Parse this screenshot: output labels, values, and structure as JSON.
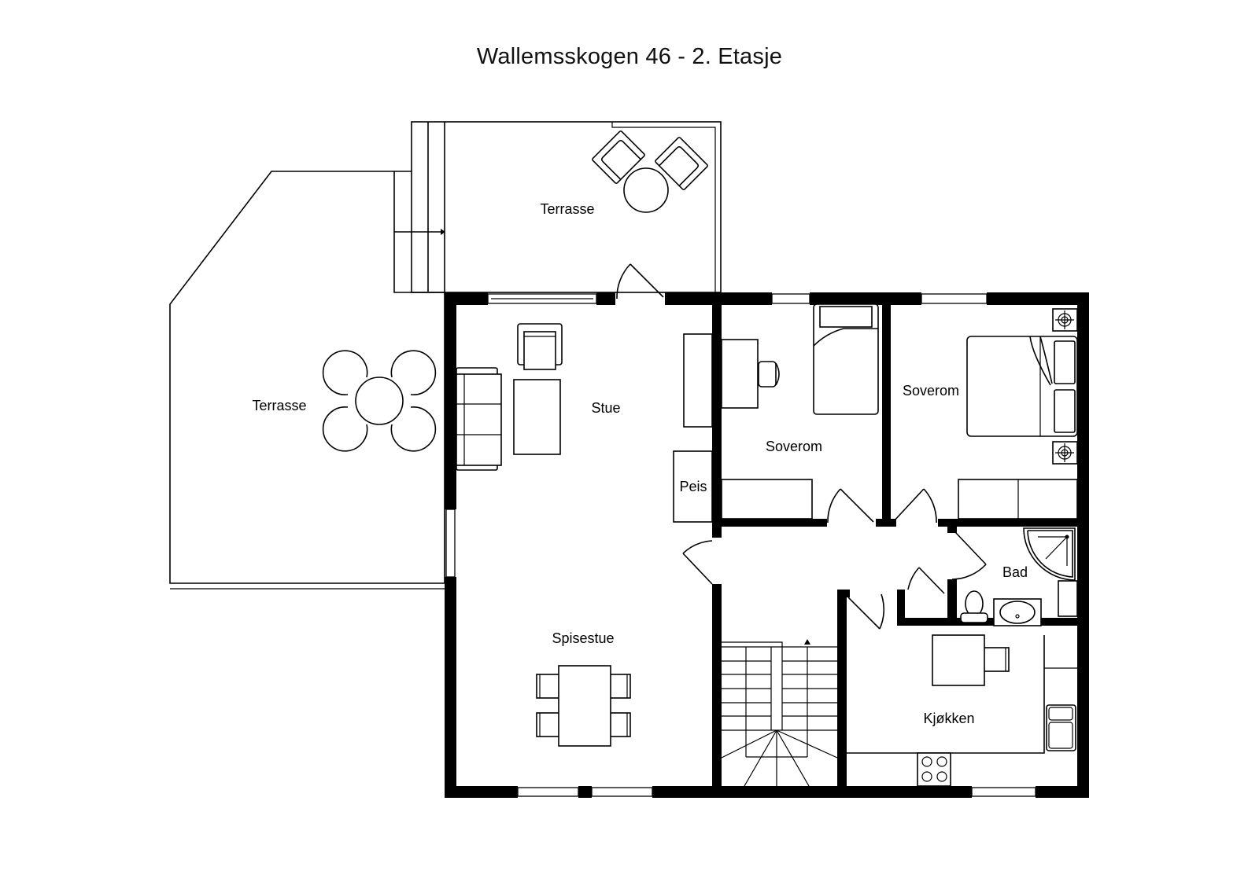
{
  "title": "Wallemsskogen 46 - 2. Etasje",
  "rooms": {
    "terrace_top": "Terrasse",
    "terrace_left": "Terrasse",
    "living_room": "Stue",
    "fireplace": "Peis",
    "bedroom_small": "Soverom",
    "bedroom_large": "Soverom",
    "bathroom": "Bad",
    "dining_room": "Spisestue",
    "kitchen": "Kjøkken"
  },
  "colors": {
    "background": "#ffffff",
    "walls": "#000000",
    "lines": "#000000"
  }
}
